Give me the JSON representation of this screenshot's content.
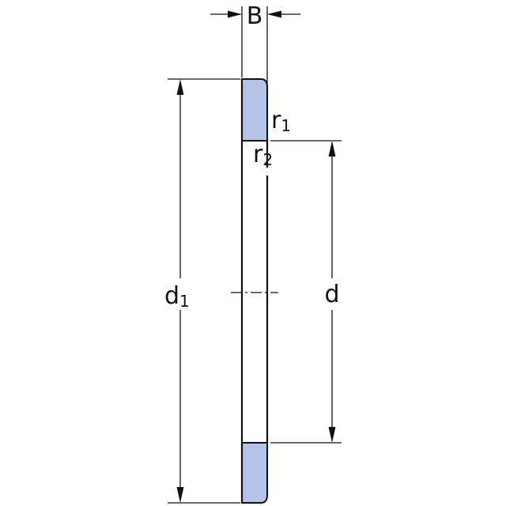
{
  "diagram": {
    "labels": {
      "width": "B",
      "outer_diameter_main": "d",
      "outer_diameter_sub": "1",
      "inner_diameter": "d",
      "radius1_main": "r",
      "radius1_sub": "1",
      "radius2_main": "r",
      "radius2_sub": "2"
    },
    "colors": {
      "section_fill": "#b5c4e6",
      "line": "#111111",
      "background": "#ffffff"
    }
  }
}
